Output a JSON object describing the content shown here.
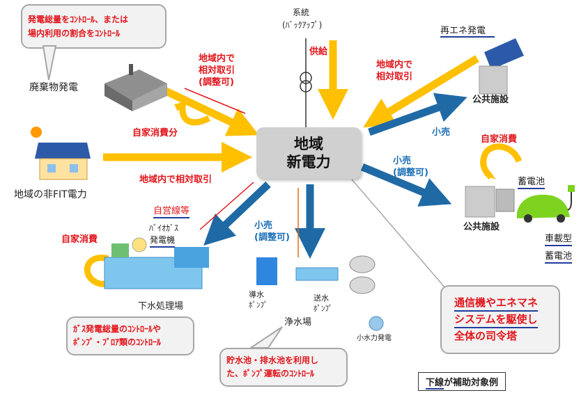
{
  "center": {
    "line1": "地域",
    "line2": "新電力"
  },
  "bubbles": {
    "top_left": [
      "発電総量をｺﾝﾄﾛｰﾙ、または",
      "場内利用の割合をｺﾝﾄﾛｰﾙ"
    ],
    "bottom_left": [
      "ｶﾞｽ発電総量のｺﾝﾄﾛｰﾙや",
      "ﾎﾟﾝﾌﾟ・ﾌﾞﾛｱ類のｺﾝﾄﾛｰﾙ"
    ],
    "bottom_center": [
      "貯水池・排水池を利用し",
      "た、ﾎﾟﾝﾌﾟ運転のｺﾝﾄﾛｰﾙ"
    ],
    "bottom_right": [
      "通信機やエネマネ",
      "システムを駆使し",
      "全体の司令塔"
    ]
  },
  "nodes": {
    "waste_power": "廃棄物発電",
    "non_fit": "地域の非FIT電力",
    "grid": [
      "系統",
      "(ﾊﾞｯｸｱｯﾌﾟ)"
    ],
    "renewable": "再エネ発電",
    "public_facility_top": "公共施設",
    "public_facility_bottom": "公共施設",
    "storage_battery": "蓄電池",
    "vehicle_battery": [
      "車載型",
      "蓄電池"
    ],
    "private_line": "自営線等",
    "biogas": [
      "ﾊﾞｲｵｶﾞｽ",
      "発電機"
    ],
    "sewage": "下水処理場",
    "water_plant": "浄水場",
    "intake_pump": [
      "導水",
      "ﾎﾟﾝﾌﾟ"
    ],
    "supply_pump": [
      "送水",
      "ﾎﾟﾝﾌﾟ"
    ],
    "small_hydro": "小水力発電"
  },
  "flows": {
    "waste_trade": [
      "地域内で",
      "相対取引",
      "(調整可)"
    ],
    "self_use_share": "自家消費分",
    "supply": "供給",
    "renew_trade": [
      "地域内で",
      "相対取引"
    ],
    "retail_top": "小売",
    "fit_trade": "地域内で相対取引",
    "retail_adjust_right": [
      "小売",
      "(調整可)"
    ],
    "self_consumption_right": "自家消費",
    "retail_adjust_center": [
      "小売",
      "(調整可)"
    ],
    "self_consumption_left": "自家消費"
  },
  "legend": {
    "underline_part": "下線",
    "rest": "が補助対象例"
  },
  "colors": {
    "yellow_arrow": "#ffc000",
    "blue_arrow": "#1f6aa5",
    "red_text": "#e2151b",
    "blue_text": "#1b6fb6"
  }
}
